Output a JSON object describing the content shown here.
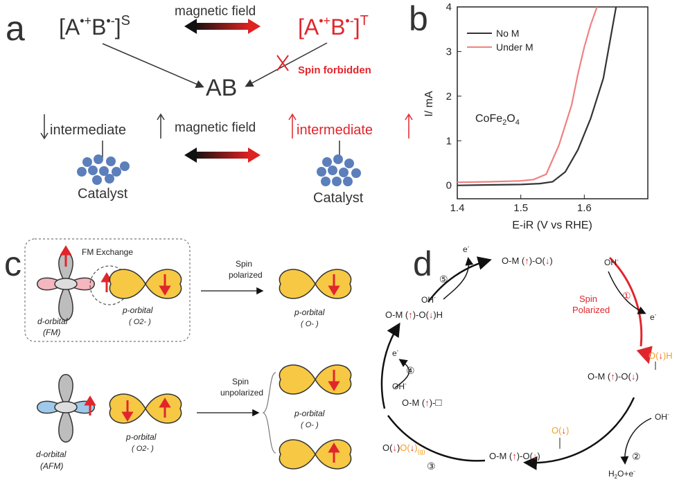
{
  "panels": {
    "a": {
      "label": "a",
      "singlet": "[A•+B•-]S",
      "triplet": "[A•+B•-]T",
      "field_top": "magnetic field",
      "field_bottom": "magnetic field",
      "product": "AB",
      "forbidden": "Spin forbidden",
      "intermediate_left": "intermediate",
      "intermediate_right": "intermediate",
      "catalyst_left": "Catalyst",
      "catalyst_right": "Catalyst",
      "colors": {
        "triplet": "#e0262c",
        "dark": "#333333",
        "catalyst": "#5b7fba"
      }
    },
    "b": {
      "label": "b",
      "material": "CoFe2O4",
      "chart_data": {
        "type": "line",
        "xlabel": "E-iR (V vs RHE)",
        "ylabel": "I/ mA",
        "xlim": [
          1.4,
          1.7
        ],
        "ylim": [
          -0.3,
          4.0
        ],
        "xticks": [
          "1.4",
          "1.5",
          "1.6"
        ],
        "yticks": [
          "0",
          "1",
          "2",
          "3",
          "4"
        ],
        "legend_position": "top-left",
        "series": [
          {
            "name": "No M",
            "color": "#333333",
            "x": [
              1.4,
              1.45,
              1.5,
              1.53,
              1.55,
              1.57,
              1.59,
              1.61,
              1.63,
              1.64,
              1.65
            ],
            "y": [
              0.0,
              0.01,
              0.02,
              0.04,
              0.08,
              0.3,
              0.8,
              1.5,
              2.4,
              3.2,
              4.0
            ]
          },
          {
            "name": "Under M",
            "color": "#f08080",
            "x": [
              1.4,
              1.45,
              1.5,
              1.52,
              1.54,
              1.56,
              1.58,
              1.59,
              1.6,
              1.61,
              1.62
            ],
            "y": [
              0.07,
              0.08,
              0.1,
              0.13,
              0.25,
              0.9,
              1.8,
              2.5,
              3.1,
              3.6,
              4.0
            ]
          }
        ]
      }
    },
    "c": {
      "label": "c",
      "fm_exchange": "FM Exchange",
      "spin_polarized_1": "Spin",
      "spin_polarized_2": "polarized",
      "spin_unpolarized_1": "Spin",
      "spin_unpolarized_2": "unpolarized",
      "d_orbital_fm_1": "d-orbital",
      "d_orbital_fm_2": "(FM)",
      "d_orbital_afm_1": "d-orbital",
      "d_orbital_afm_2": "(AFM)",
      "p_orbital": "p-orbital",
      "o2_label": "( O2- )",
      "o_label": "( O- )",
      "colors": {
        "pink": "#f4b6bf",
        "blue": "#9ec9ea",
        "yellow": "#f7c843",
        "gray": "#bdbdbd",
        "arrow": "#e0262c"
      }
    },
    "d": {
      "label": "d",
      "top_species": "O-M (↑)-O(↓)",
      "oh": "OH-",
      "e": "e-",
      "step1": "①",
      "step2": "②",
      "step3": "③",
      "step4": "④",
      "step5": "⑤",
      "spin_polarized_1": "Spin",
      "spin_polarized_2": "Polarized",
      "right_species_top": "O(↓)H",
      "right_species_bottom": "O-M (↑)-O(↓)",
      "bottom_species_top": "O(↓)",
      "bottom_species_bottom": "O-M (↑)-O(↓)",
      "h2o": "H2O+e-",
      "o2_product": "O(↓)O(↓)(g)",
      "vacancy_species": "O-M (↑)-□",
      "left_species": "O-M (↑)-O(↓)H",
      "colors": {
        "red": "#e0262c",
        "orange": "#f2a01f"
      }
    }
  }
}
